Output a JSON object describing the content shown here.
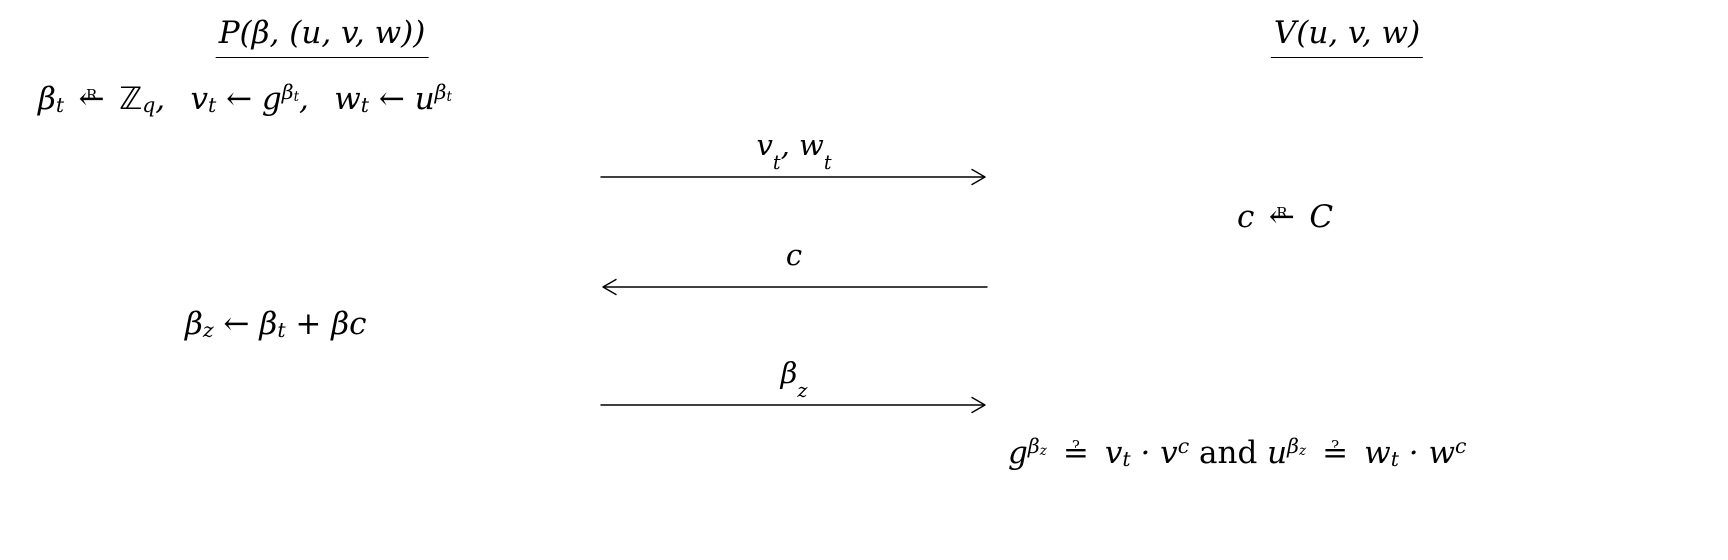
{
  "colors": {
    "ink": "#000000",
    "background": "#ffffff"
  },
  "prover": {
    "header": "P(β, (u, v, w))",
    "commit_line": "β_{t} \\xleftarrow{R} ℤ_{q},  v_{t} ← g^{β_{t}},  w_{t} ← u^{β_{t}}",
    "response_line": "β_{z} ← β_{t} + βc"
  },
  "verifier": {
    "header": "V(u, v, w)",
    "challenge_line": "c \\xleftarrow{R} \\cal{C}",
    "check_line": "g^{β_{z}} \\qeq v_{t} · v^{c} \\text{and} u^{β_{z}} \\qeq w_{t} · w^{c}"
  },
  "messages": [
    {
      "label": "v_{t}, w_{t}",
      "direction": "right"
    },
    {
      "label": "c",
      "direction": "left"
    },
    {
      "label": "β_{z}",
      "direction": "right"
    }
  ]
}
